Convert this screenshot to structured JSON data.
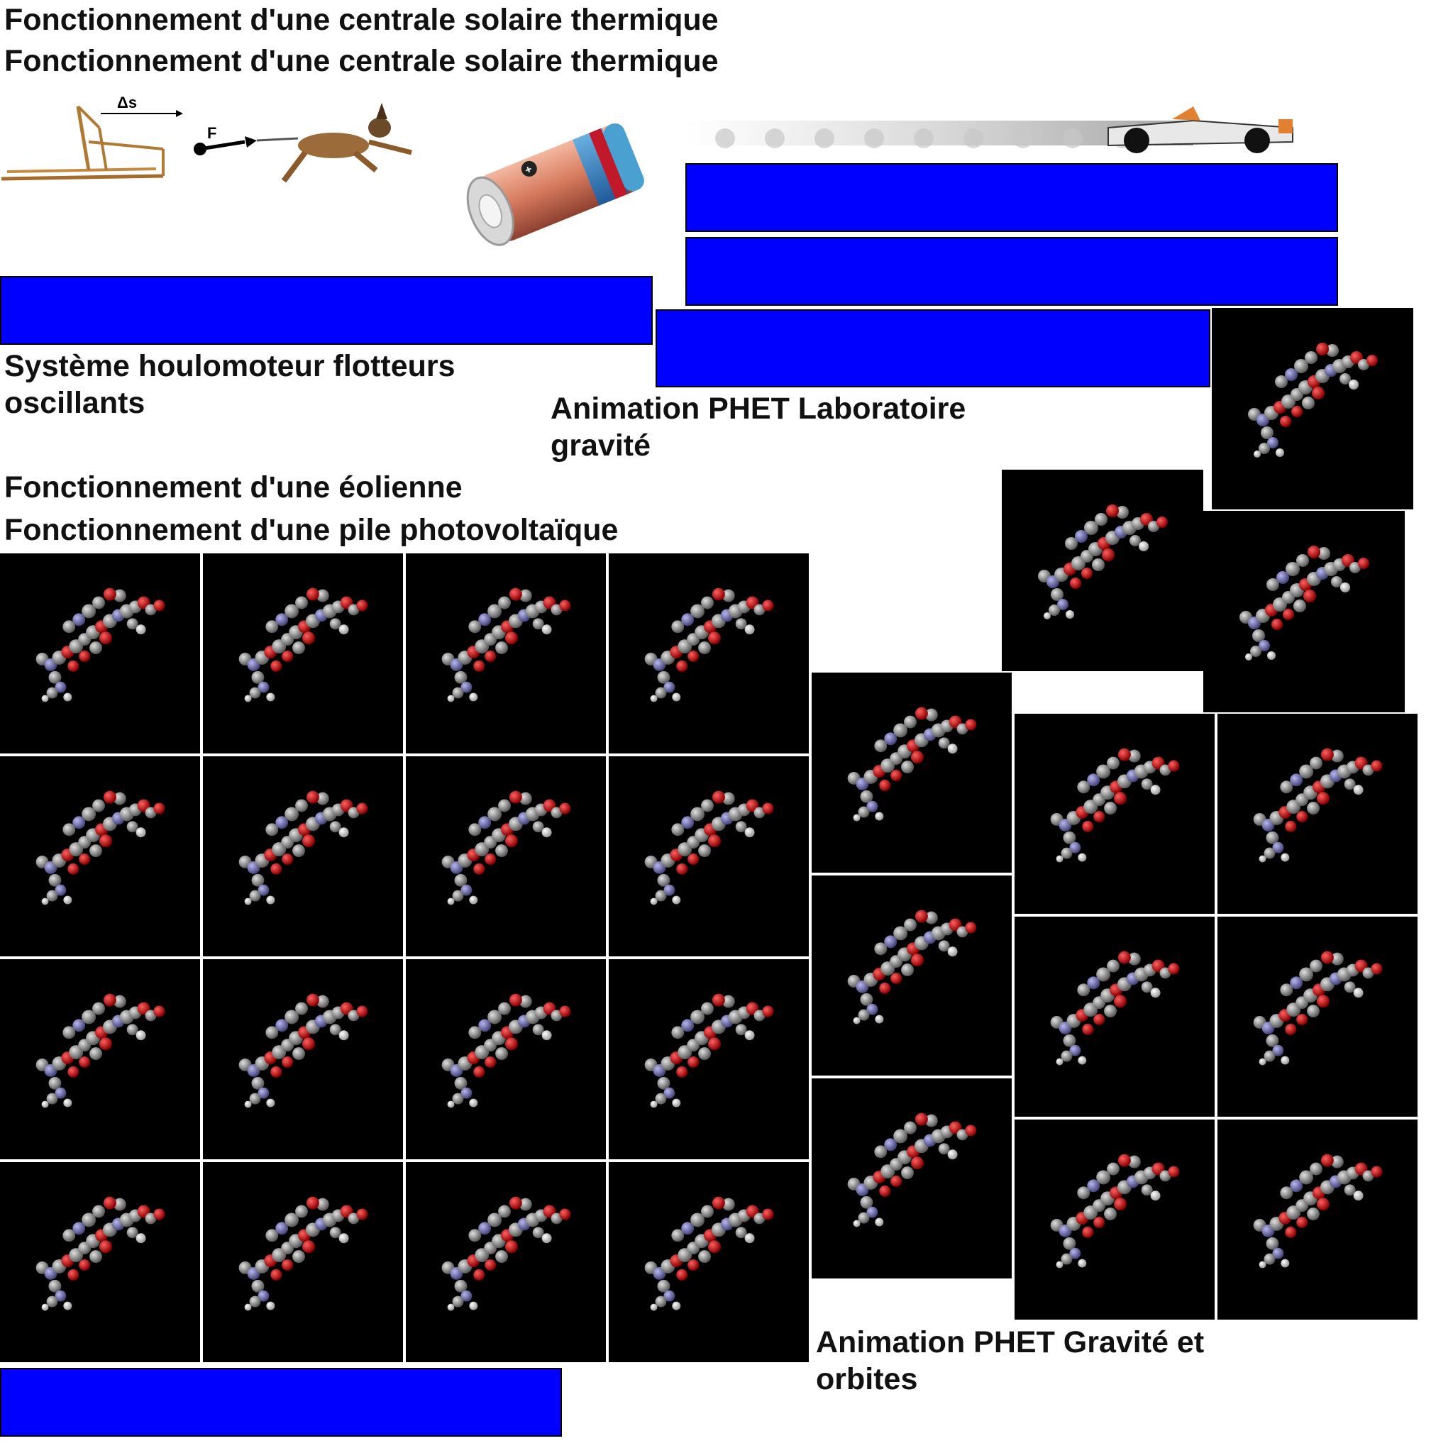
{
  "titles": {
    "solar_1": "Fonctionnement d'une centrale solaire thermique",
    "solar_2": "Fonctionnement d'une centrale solaire thermique",
    "wave": "Système houlomoteur flotteurs oscillants",
    "phet_lab": "Animation PHET Laboratoire gravité",
    "wind": "Fonctionnement d'une éolienne",
    "photovoltaic": "Fonctionnement d'une pile photovoltaïque",
    "phet_orbits": "Animation PHET Gravité et orbites"
  },
  "diagram": {
    "displacement_label": "Δs",
    "force_label": "F"
  },
  "colors": {
    "button_blue": "#0000ff",
    "tile_background": "#000000",
    "atom_carbon": "#8a8a8a",
    "atom_oxygen": "#d40000",
    "atom_nitrogen": "#7a7ab8",
    "atom_hydrogen": "#e8e8e8"
  },
  "icons": {
    "sled": "dog-sled-icon",
    "dog": "dog-icon",
    "battery": "battery-icon",
    "car": "race-car-motion-icon",
    "molecule": "molecule-3d-icon"
  }
}
